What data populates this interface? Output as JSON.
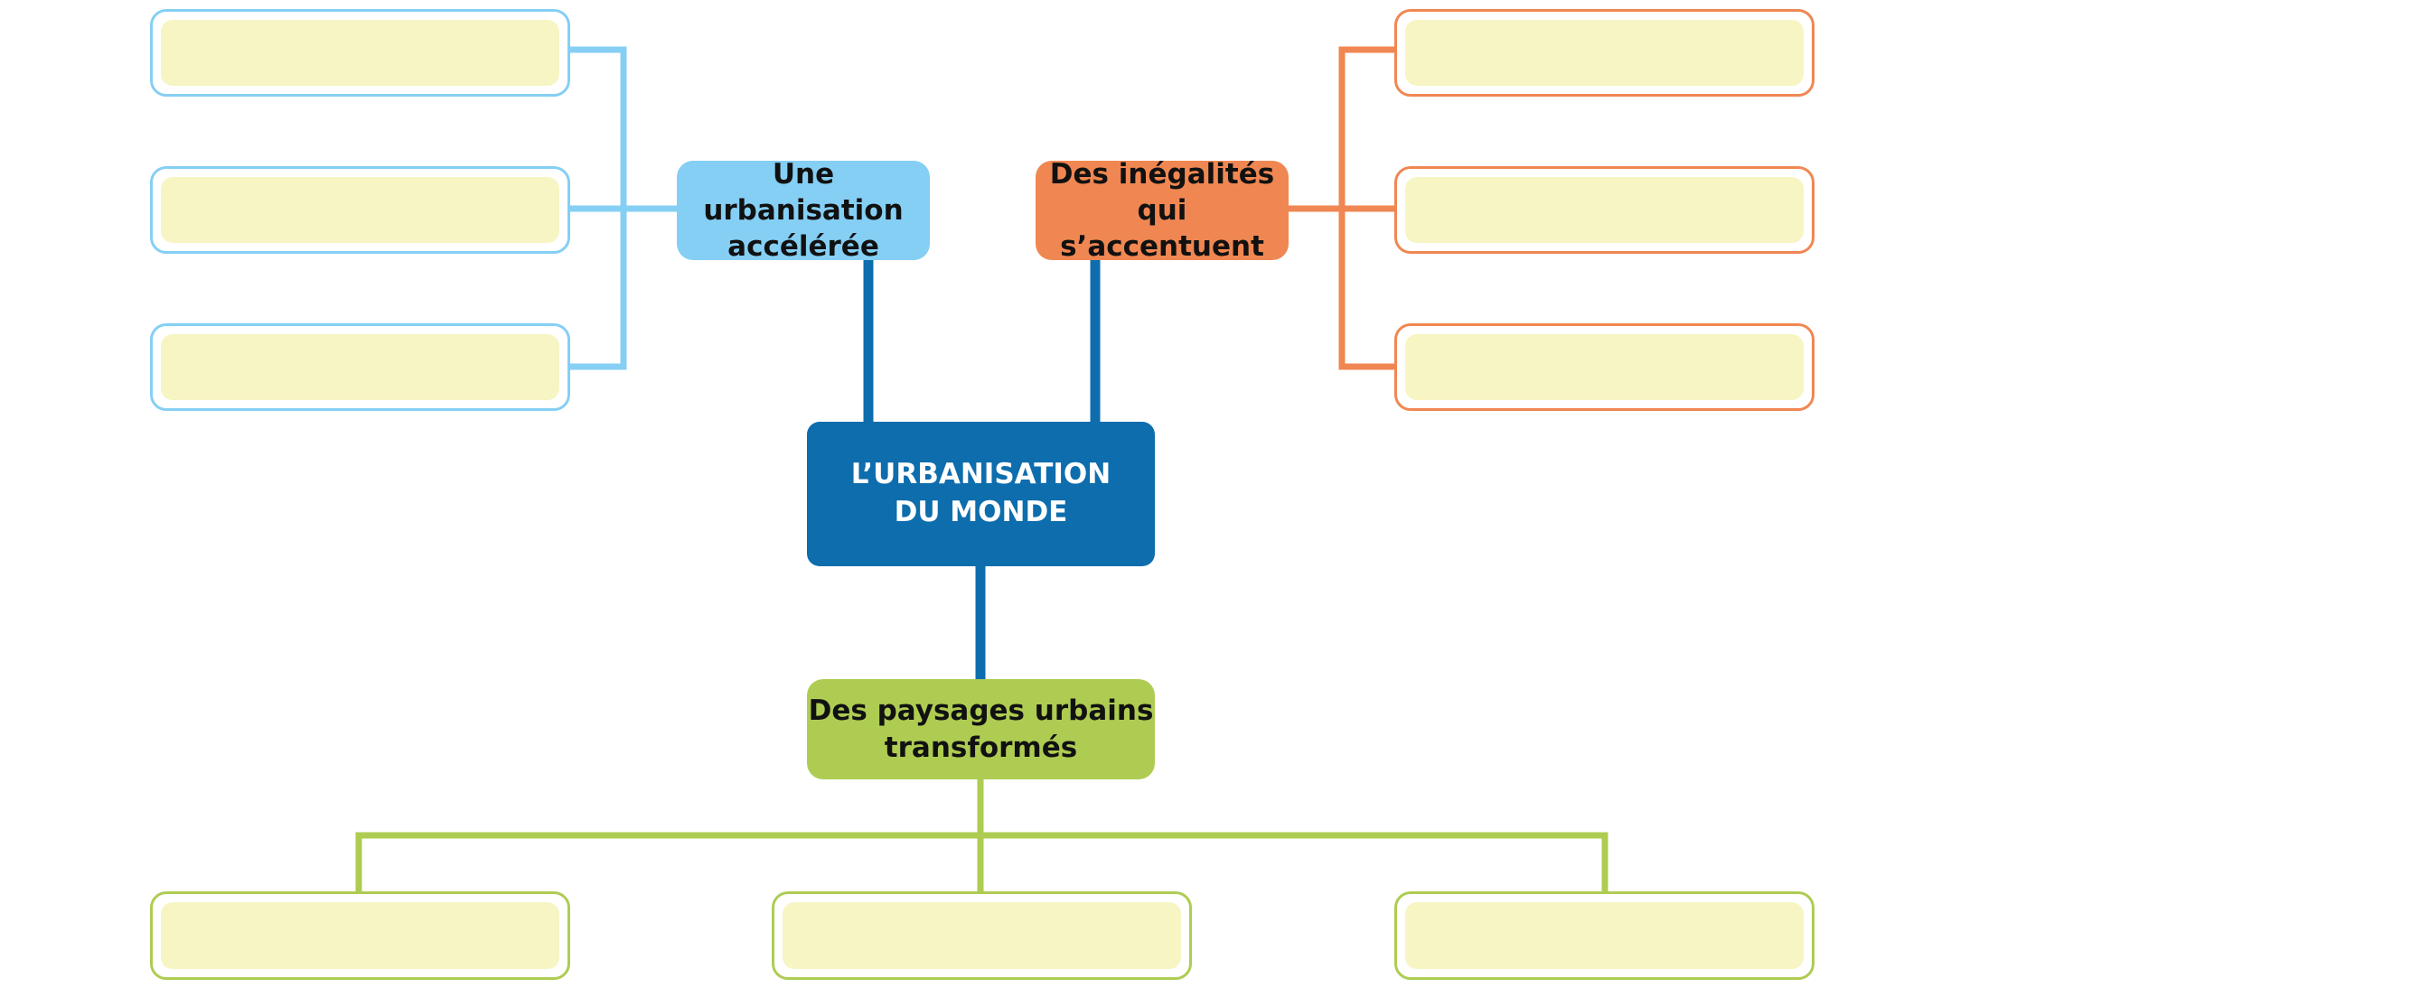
{
  "diagram": {
    "center": {
      "line1": "L’URBANISATION",
      "line2": "DU MONDE",
      "color": "#0d6dad"
    },
    "branches": [
      {
        "id": "left",
        "line1": "Une urbanisation",
        "line2": "accélérée",
        "color": "#85cff4",
        "slots": 3
      },
      {
        "id": "right",
        "line1": "Des inégalités",
        "line2": "qui s’accentuent",
        "color": "#f08752",
        "slots": 3
      },
      {
        "id": "bottom",
        "line1": "Des paysages urbains",
        "line2": "transformés",
        "color": "#aecc52",
        "slots": 3
      }
    ],
    "slot_fill_color": "#f7f5c3",
    "connector_color": "#0d6dad"
  }
}
